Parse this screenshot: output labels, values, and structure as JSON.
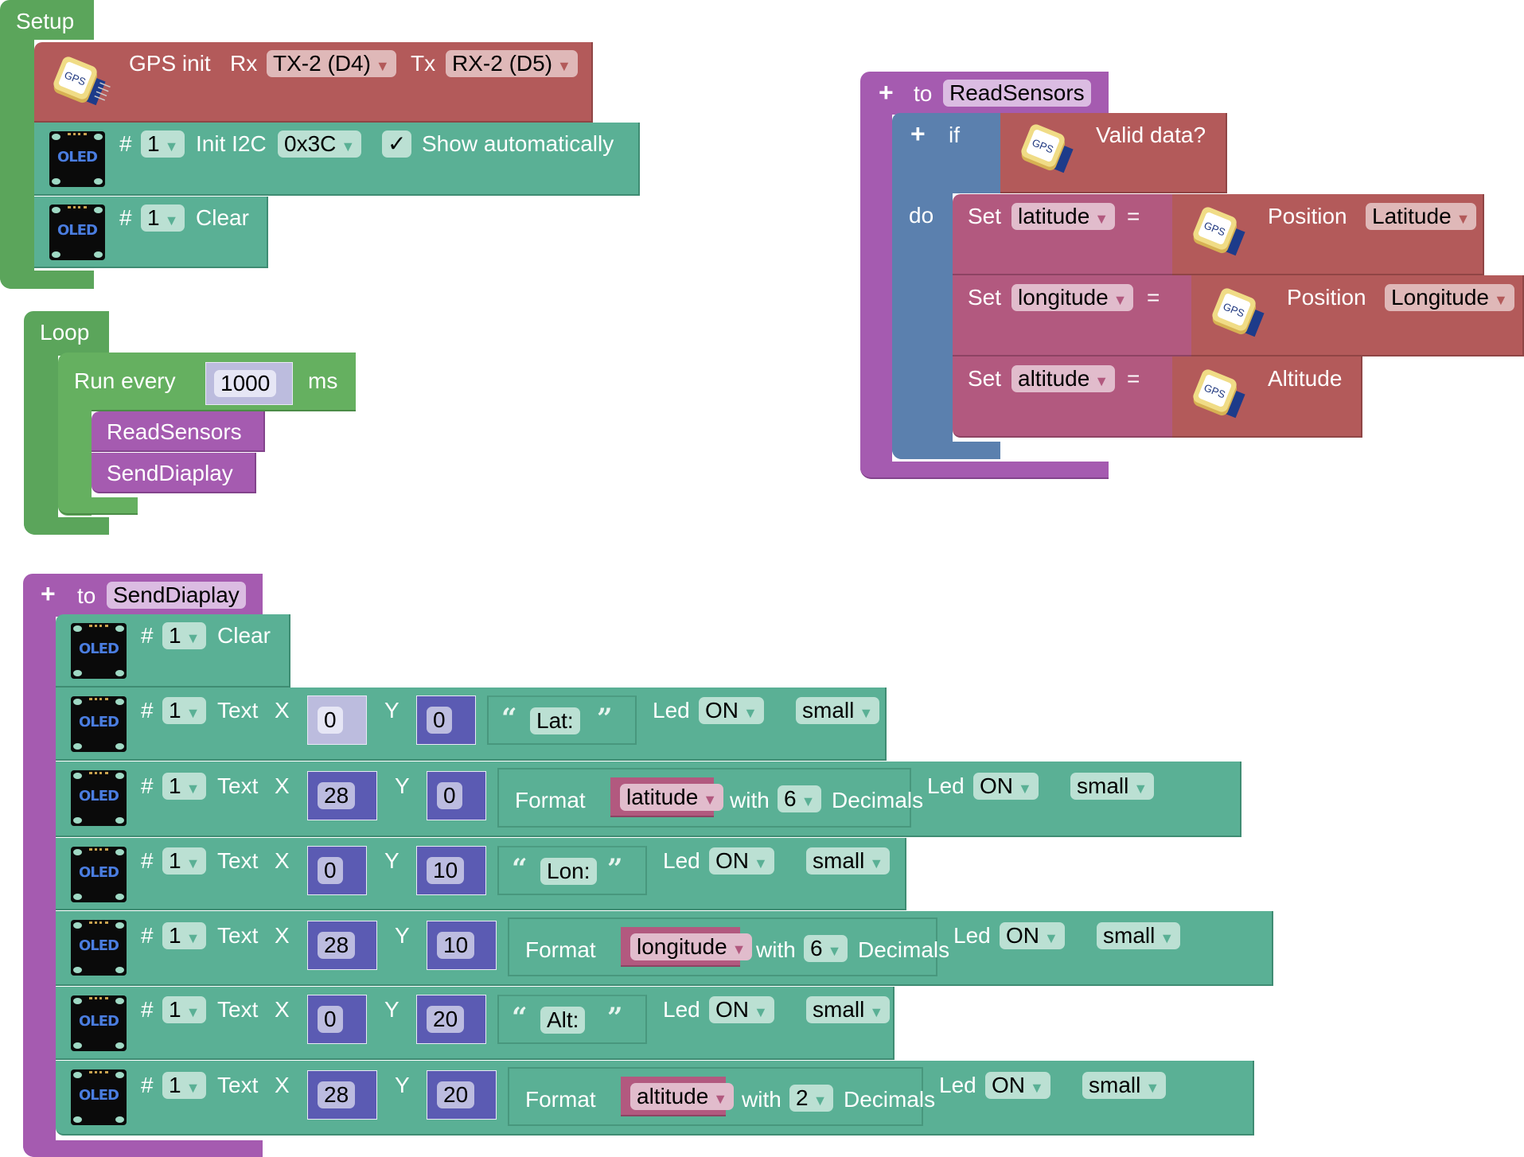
{
  "setup": {
    "title": "Setup",
    "gps_init": {
      "label": "GPS init",
      "rx_label": "Rx",
      "rx_value": "TX-2 (D4)",
      "tx_label": "Tx",
      "tx_value": "RX-2 (D5)",
      "icon": "gps-module-icon"
    },
    "oled_init": {
      "hash": "#",
      "display": "1",
      "label": "Init I2C",
      "address": "0x3C",
      "checkbox": "✓",
      "checkbox_label": "Show automatically",
      "icon": "oled-display-icon"
    },
    "oled_clear": {
      "hash": "#",
      "display": "1",
      "label": "Clear"
    }
  },
  "loop": {
    "title": "Loop",
    "run_every": {
      "label": "Run every",
      "value": "1000",
      "unit": "ms"
    },
    "calls": [
      {
        "label": "ReadSensors"
      },
      {
        "label": "SendDiaplay"
      }
    ]
  },
  "read_sensors": {
    "to_label": "to",
    "name": "ReadSensors",
    "if_label": "if",
    "do_label": "do",
    "condition": "Valid data?",
    "sets": [
      {
        "set_label": "Set",
        "var": "latitude",
        "eq": "=",
        "source_label": "Position",
        "source_value": "Latitude"
      },
      {
        "set_label": "Set",
        "var": "longitude",
        "eq": "=",
        "source_label": "Position",
        "source_value": "Longitude"
      },
      {
        "set_label": "Set",
        "var": "altitude",
        "eq": "=",
        "source_label": "Altitude",
        "source_value": null
      }
    ]
  },
  "send_display": {
    "to_label": "to",
    "name": "SendDiaplay",
    "clear": {
      "hash": "#",
      "display": "1",
      "label": "Clear"
    },
    "rows": [
      {
        "hash": "#",
        "display": "1",
        "label": "Text",
        "x_label": "X",
        "x": "0",
        "y_label": "Y",
        "y": "0",
        "kind": "string",
        "text": "Lat:",
        "led_label": "Led",
        "led": "ON",
        "size": "small"
      },
      {
        "hash": "#",
        "display": "1",
        "label": "Text",
        "x_label": "X",
        "x": "28",
        "y_label": "Y",
        "y": "0",
        "kind": "format",
        "format_label": "Format",
        "var": "latitude",
        "with_label": "with",
        "decimals": "6",
        "decimals_label": "Decimals",
        "led_label": "Led",
        "led": "ON",
        "size": "small"
      },
      {
        "hash": "#",
        "display": "1",
        "label": "Text",
        "x_label": "X",
        "x": "0",
        "y_label": "Y",
        "y": "10",
        "kind": "string",
        "text": "Lon:",
        "led_label": "Led",
        "led": "ON",
        "size": "small"
      },
      {
        "hash": "#",
        "display": "1",
        "label": "Text",
        "x_label": "X",
        "x": "28",
        "y_label": "Y",
        "y": "10",
        "kind": "format",
        "format_label": "Format",
        "var": "longitude",
        "with_label": "with",
        "decimals": "6",
        "decimals_label": "Decimals",
        "led_label": "Led",
        "led": "ON",
        "size": "small"
      },
      {
        "hash": "#",
        "display": "1",
        "label": "Text",
        "x_label": "X",
        "x": "0",
        "y_label": "Y",
        "y": "20",
        "kind": "string",
        "text": "Alt:",
        "led_label": "Led",
        "led": "ON",
        "size": "small"
      },
      {
        "hash": "#",
        "display": "1",
        "label": "Text",
        "x_label": "X",
        "x": "28",
        "y_label": "Y",
        "y": "20",
        "kind": "format",
        "format_label": "Format",
        "var": "altitude",
        "with_label": "with",
        "decimals": "2",
        "decimals_label": "Decimals",
        "led_label": "Led",
        "led": "ON",
        "size": "small"
      }
    ]
  },
  "icons": {
    "dropdown": "▼",
    "plus": "+",
    "open_quote": "“",
    "close_quote": "”",
    "oled_text": "OLED",
    "gps_text": "GPS"
  },
  "colors": {
    "setup_green": "#5ba55b",
    "gps_red": "#b35a5a",
    "oled_teal": "#5ab095",
    "procedure_purple": "#a55bb0",
    "logic_blue": "#5b80ae",
    "variable_pink": "#b2597f",
    "math_indigo": "#5b5bb3"
  }
}
